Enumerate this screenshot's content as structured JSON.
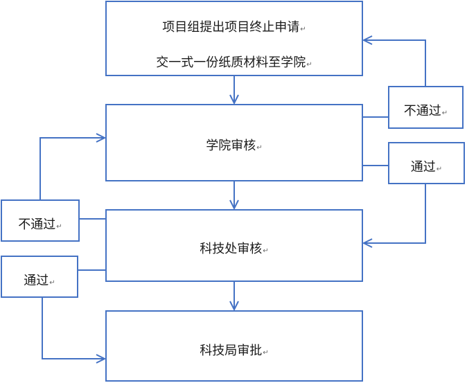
{
  "diagram": {
    "nodes": {
      "apply": {
        "line1": "项目组提出项目终止申请",
        "line2": "交一式一份纸质材料至学院"
      },
      "college": {
        "label": "学院审核"
      },
      "tech_office": {
        "label": "科技处审核"
      },
      "tech_bureau": {
        "label": "科技局审批"
      }
    },
    "labels": {
      "college_fail": "不通过",
      "college_pass": "通过",
      "office_fail": "不通过",
      "office_pass": "通过"
    },
    "paragraph_mark": "↵",
    "colors": {
      "stroke": "#4472c4"
    }
  }
}
